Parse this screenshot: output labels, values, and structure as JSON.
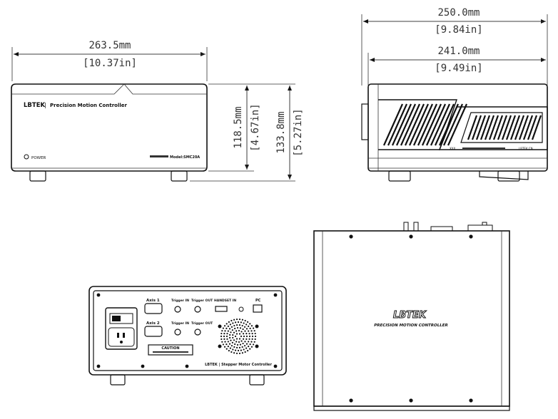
{
  "dimensions": {
    "front_width_mm": "263.5mm",
    "front_width_in": "[10.37in]",
    "front_height_mm": "118.5mm",
    "front_height_in": "[4.67in]",
    "total_height_mm": "133.8mm",
    "total_height_in": "[5.27in]",
    "side_depth_total_mm": "250.0mm",
    "side_depth_total_in": "[9.84in]",
    "side_depth_body_mm": "241.0mm",
    "side_depth_body_in": "[9.49in]"
  },
  "front_panel": {
    "brand": "LBTEK",
    "product": "Precision Motion Controller",
    "power_label": "POWER",
    "model_label": "Model:SMC20A"
  },
  "rear_panel": {
    "axis1": "Axis 1",
    "axis2": "Axis 2",
    "trigger_in_1": "Trigger IN",
    "trigger_out_1": "Trigger OUT",
    "trigger_in_2": "Trigger IN",
    "trigger_out_2": "Trigger OUT",
    "handset": "HANDSET IN",
    "pc": "PC",
    "caution": "CAUTION",
    "footer": "LBTEK | Stepper Motor Controller"
  },
  "top_view": {
    "brand": "LBTEK",
    "product": "PRECISION MOTION CONTROLLER"
  },
  "colors": {
    "line": "#111111",
    "dim": "#333333",
    "bg": "#ffffff"
  }
}
